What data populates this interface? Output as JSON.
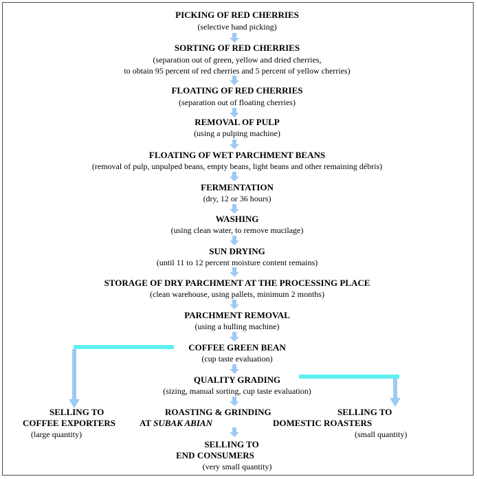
{
  "steps": [
    {
      "title": "PICKING OF RED CHERRIES",
      "detail": "(selective hand picking)"
    },
    {
      "title": "SORTING OF RED CHERRIES",
      "detail": "(separation out of green, yellow and dried cherries,",
      "detail2": "to obtain 95 percent of red cherries and 5 percent of yellow cherries)"
    },
    {
      "title": "FLOATING OF RED CHERRIES",
      "detail": "(separation out of floating cherries)"
    },
    {
      "title": "REMOVAL OF PULP",
      "detail": "(using a pulping machine)"
    },
    {
      "title": "FLOATING OF WET PARCHMENT BEANS",
      "detail": "(removal of pulp, unpulped beans, empty beans, light beans and other remaining débris)"
    },
    {
      "title": "FERMENTATION",
      "detail": "(dry, 12 or 36 hours)"
    },
    {
      "title": "WASHING",
      "detail": "(using clean water, to remove mucilage)"
    },
    {
      "title": "SUN DRYING",
      "detail": "(until 11 to 12 percent moisture content remains)"
    },
    {
      "title": "STORAGE OF DRY PARCHMENT AT THE PROCESSING PLACE",
      "detail": "(clean warehouse, using pallets, minimum 2 months)"
    },
    {
      "title": "PARCHMENT REMOVAL",
      "detail": "(using a hulling machine)"
    },
    {
      "title": "COFFEE GREEN BEAN",
      "detail": "(cup taste evaluation)"
    },
    {
      "title": "QUALITY GRADING",
      "detail": "(sizing, manual sorting, cup taste evaluation)"
    }
  ],
  "branches": {
    "exporters": {
      "line1": "SELLING TO",
      "line2": "COFFEE EXPORTERS",
      "detail": "(large quantity)"
    },
    "roasting": {
      "line1": "ROASTING & GRINDING",
      "line2_prefix": "AT ",
      "line2_italic": "SUBAK ABIAN"
    },
    "domestic": {
      "line1": "SELLING TO",
      "line2": "DOMESTIC ROASTERS",
      "detail": "(small quantity)"
    },
    "consumers": {
      "line1": "SELLING TO",
      "line2": "END CONSUMERS",
      "detail": "(very small quantity)"
    }
  },
  "colors": {
    "arrow": "#9ec9f2",
    "connector": "#5ff0ef",
    "border": "#4a4a4a"
  }
}
